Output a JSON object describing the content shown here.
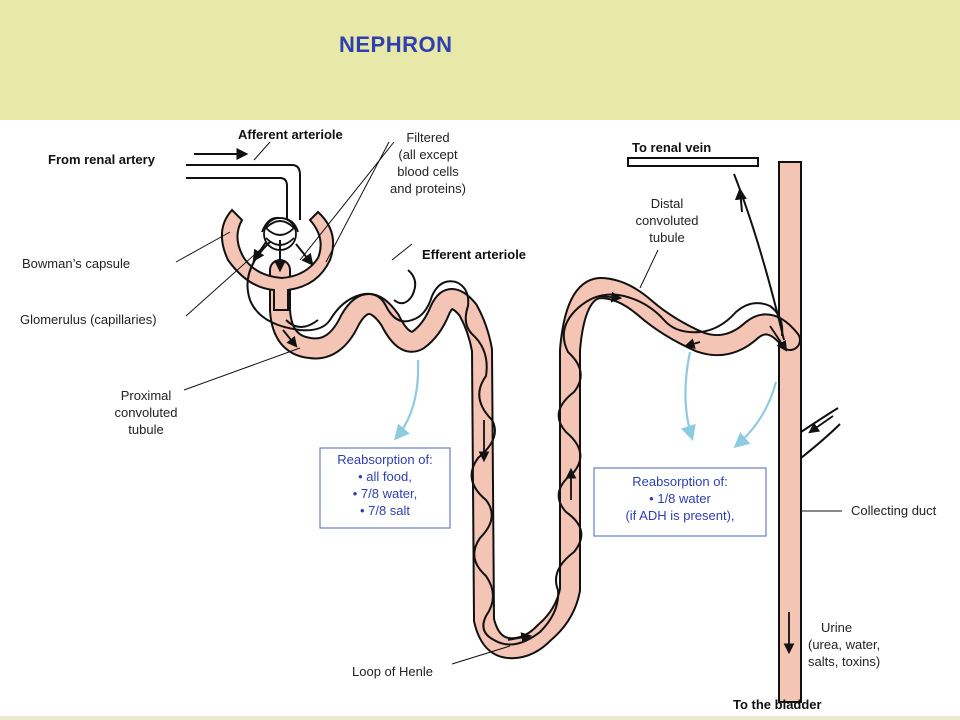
{
  "title": "NEPHRON",
  "labels": {
    "afferent": "Afferent arteriole",
    "from_artery": "From renal artery",
    "filtered": [
      "Filtered",
      "(all except",
      "blood cells",
      "and proteins)"
    ],
    "bowman": "Bowman’s capsule",
    "glomerulus": "Glomerulus (capillaries)",
    "efferent": "Efferent arteriole",
    "proximal": [
      "Proximal",
      "convoluted",
      "tubule"
    ],
    "to_vein": "To renal vein",
    "distal": [
      "Distal",
      "convoluted",
      "tubule"
    ],
    "collecting": "Collecting duct",
    "urine": [
      "Urine",
      "(urea, water,",
      "salts, toxins)"
    ],
    "loop": "Loop of Henle",
    "bladder": "To the bladder"
  },
  "boxes": {
    "proximal_box": [
      "Reabsorption of:",
      "•  all food,",
      "•  7/8 water,",
      "•  7/8 salt"
    ],
    "distal_box": [
      "Reabsorption of:",
      "•  1/8 water",
      "(if ADH is present),"
    ]
  },
  "colors": {
    "title": "#2f3fb0",
    "band": "#e8e8a8",
    "tubule_fill": "#f4c4b4",
    "box_border": "#6e7cc8",
    "flow_arrow": "#8ccbe0"
  }
}
